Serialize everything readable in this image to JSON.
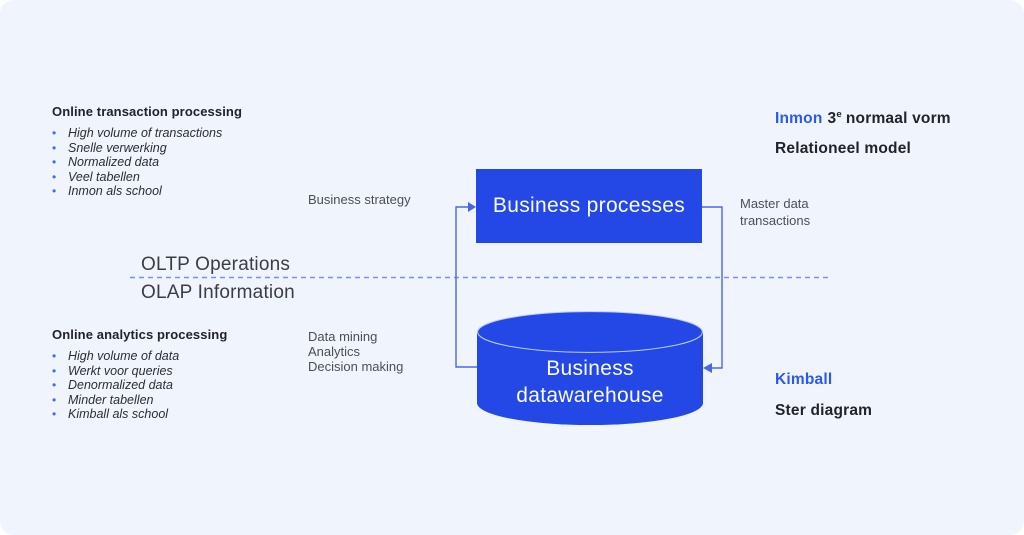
{
  "colors": {
    "background": "#f0f5fd",
    "shape_blue": "#2348e5",
    "accent_text_blue": "#2a58f2",
    "connector_blue": "#4a66e8",
    "dashed_line_blue": "#7b90ee",
    "dark_text": "#232229",
    "gray_text": "#4e4d55",
    "white_text": "#fafbff",
    "bullet_blue": "#3e6cf6"
  },
  "lists": {
    "oltp": {
      "title": "Online transaction processing",
      "items": [
        "High volume of transactions",
        "Snelle verwerking",
        "Normalized data",
        "Veel tabellen",
        "Inmon als school"
      ]
    },
    "olap": {
      "title": "Online analytics processing",
      "items": [
        "High volume of data",
        "Werkt voor queries",
        "Denormalized data",
        "Minder tabellen",
        "Kimball als school"
      ]
    }
  },
  "divider": {
    "above_label": "OLTP Operations",
    "below_label": "OLAP Information"
  },
  "flow": {
    "top_node": "Business processes",
    "bottom_node_line1": "Business",
    "bottom_node_line2": "datawarehouse",
    "input_label": "Business strategy",
    "output_label_line1": "Master data",
    "output_label_line2": "transactions",
    "olap_labels": [
      "Data mining",
      "Analytics",
      "Decision making"
    ]
  },
  "annotations": {
    "inmon_name": "Inmon",
    "inmon_model_num": "3",
    "inmon_model_sup": "e",
    "inmon_model_rest": "normaal vorm",
    "inmon_schema": "Relationeel model",
    "kimball_name": "Kimball",
    "kimball_schema": "Ster diagram"
  }
}
